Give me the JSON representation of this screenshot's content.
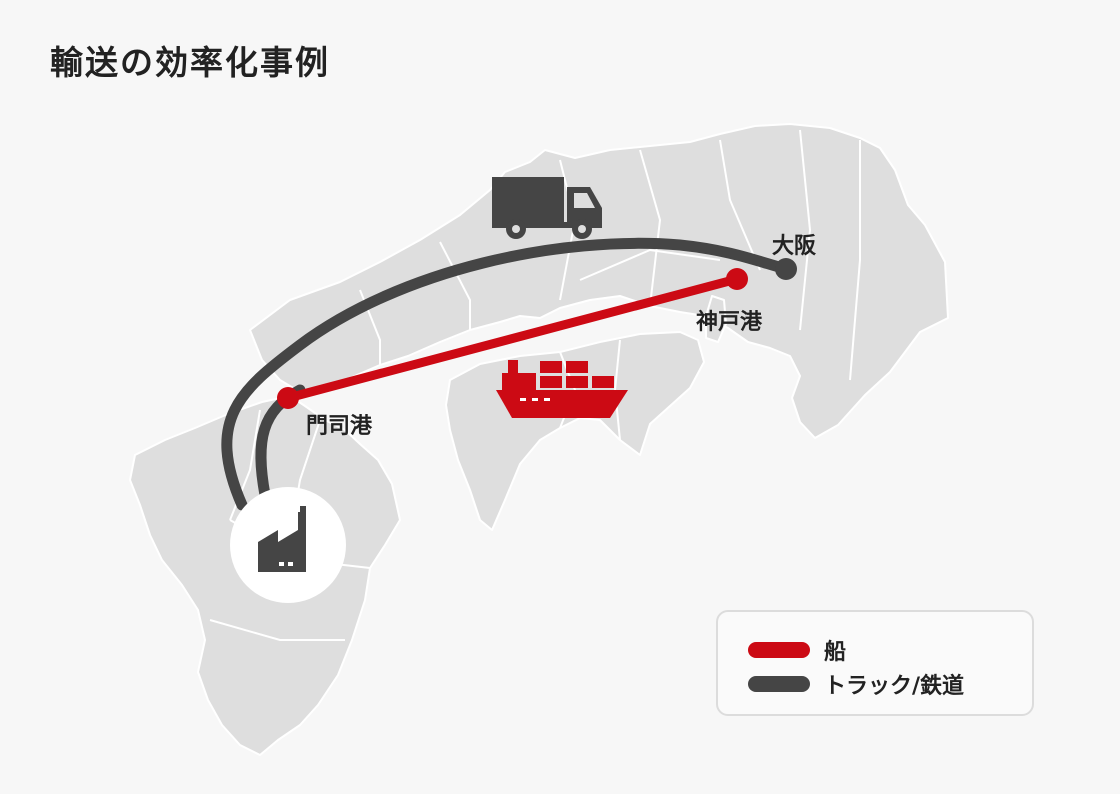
{
  "title": "輸送の効率化事例",
  "places": {
    "osaka": "大阪",
    "kobe": "神戸港",
    "moji": "門司港"
  },
  "icons": [
    "truck-icon",
    "ship-icon",
    "factory-icon"
  ],
  "routes": [
    {
      "mode": "ship",
      "from": "門司港",
      "to": "神戸港"
    },
    {
      "mode": "truck-rail",
      "from": "factory",
      "to": "大阪"
    }
  ],
  "legend": {
    "ship": {
      "label": "船",
      "color": "#cc0a14"
    },
    "truck_rail": {
      "label": "トラック/鉄道",
      "color": "#454545"
    }
  },
  "colors": {
    "land": "#dedede",
    "border": "#ffffff",
    "background": "#f7f7f7",
    "ship_route": "#cc0a14",
    "truck_route": "#454545"
  }
}
